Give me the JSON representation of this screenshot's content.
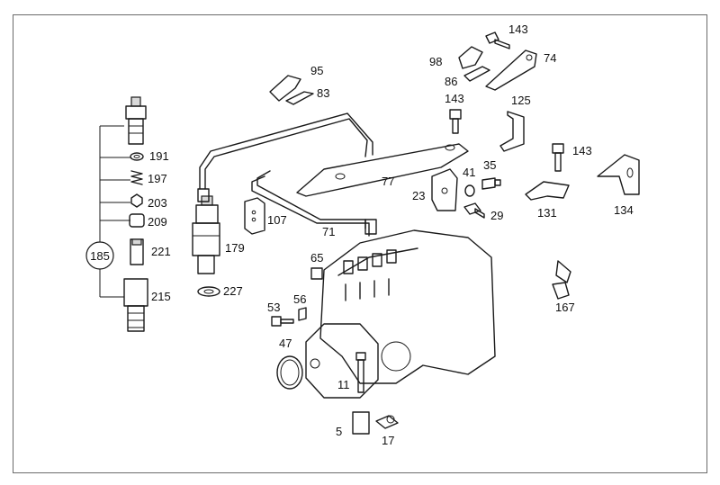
{
  "labels": {
    "l143a": "143",
    "l74": "74",
    "l98": "98",
    "l86": "86",
    "l95": "95",
    "l83": "83",
    "l143b": "143",
    "l125": "125",
    "l143c": "143",
    "l35": "35",
    "l41": "41",
    "l77": "77",
    "l23": "23",
    "l29": "29",
    "l131": "131",
    "l134": "134",
    "l191": "191",
    "l197": "197",
    "l203": "203",
    "l209": "209",
    "l221": "221",
    "l185": "185",
    "l215": "215",
    "l179": "179",
    "l107": "107",
    "l71": "71",
    "l227": "227",
    "l65": "65",
    "l53": "53",
    "l56": "56",
    "l47": "47",
    "l11": "11",
    "l5": "5",
    "l17": "17",
    "l167": "167"
  }
}
